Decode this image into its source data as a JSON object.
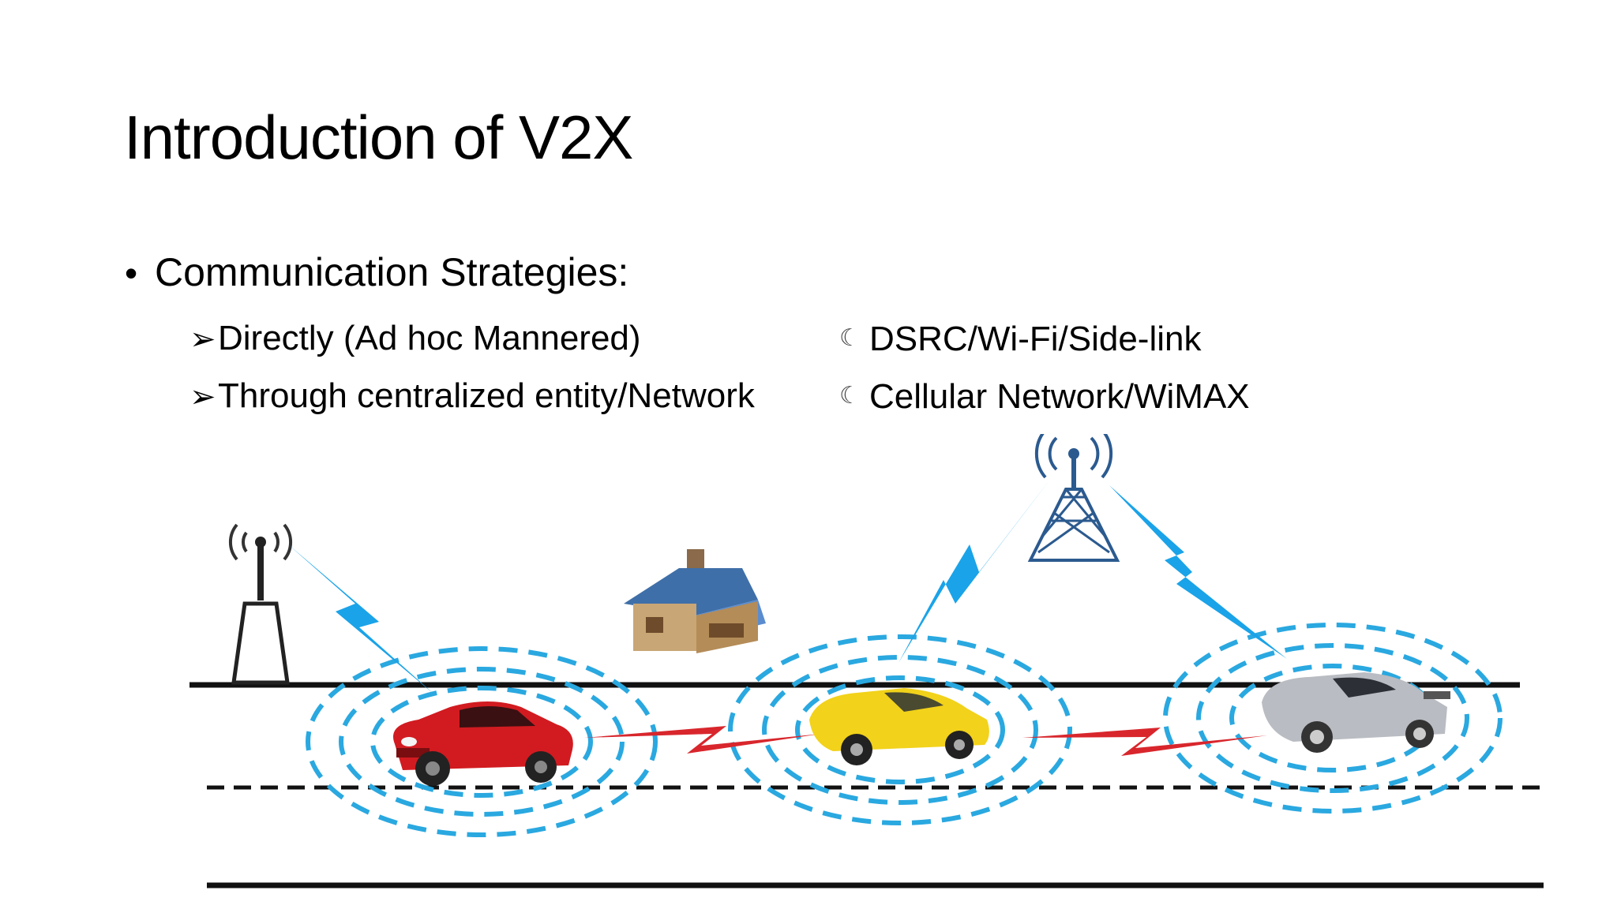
{
  "slide": {
    "title": "Introduction of V2X",
    "bullet": {
      "label": "Communication Strategies:",
      "sub_items": [
        {
          "text": "Directly (Ad hoc Mannered)",
          "tech": "DSRC/Wi-Fi/Side-link"
        },
        {
          "text": "Through centralized entity/Network",
          "tech": "Cellular Network/WiMAX"
        }
      ]
    },
    "icons": {
      "bullet": "bullet-dot",
      "sub_bullet": "arrow-head",
      "tech_bullet": "crescent-moon"
    },
    "glyphs": {
      "bullet": "•",
      "arrow": "➢",
      "moon": "☾"
    }
  },
  "diagram": {
    "elements": [
      "roadside-unit",
      "house",
      "cell-tower",
      "red-car",
      "yellow-car",
      "silver-car"
    ],
    "colors": {
      "wave": "#2aa8e0",
      "link_up": "#1aa3e8",
      "link_v2v": "#d8262c",
      "road": "#111111",
      "red_car": "#d11b20",
      "yellow_car": "#f2d21a",
      "silver_car": "#b9bcc2",
      "house_roof": "#3f6fa8",
      "house_wall": "#c8a675"
    }
  }
}
